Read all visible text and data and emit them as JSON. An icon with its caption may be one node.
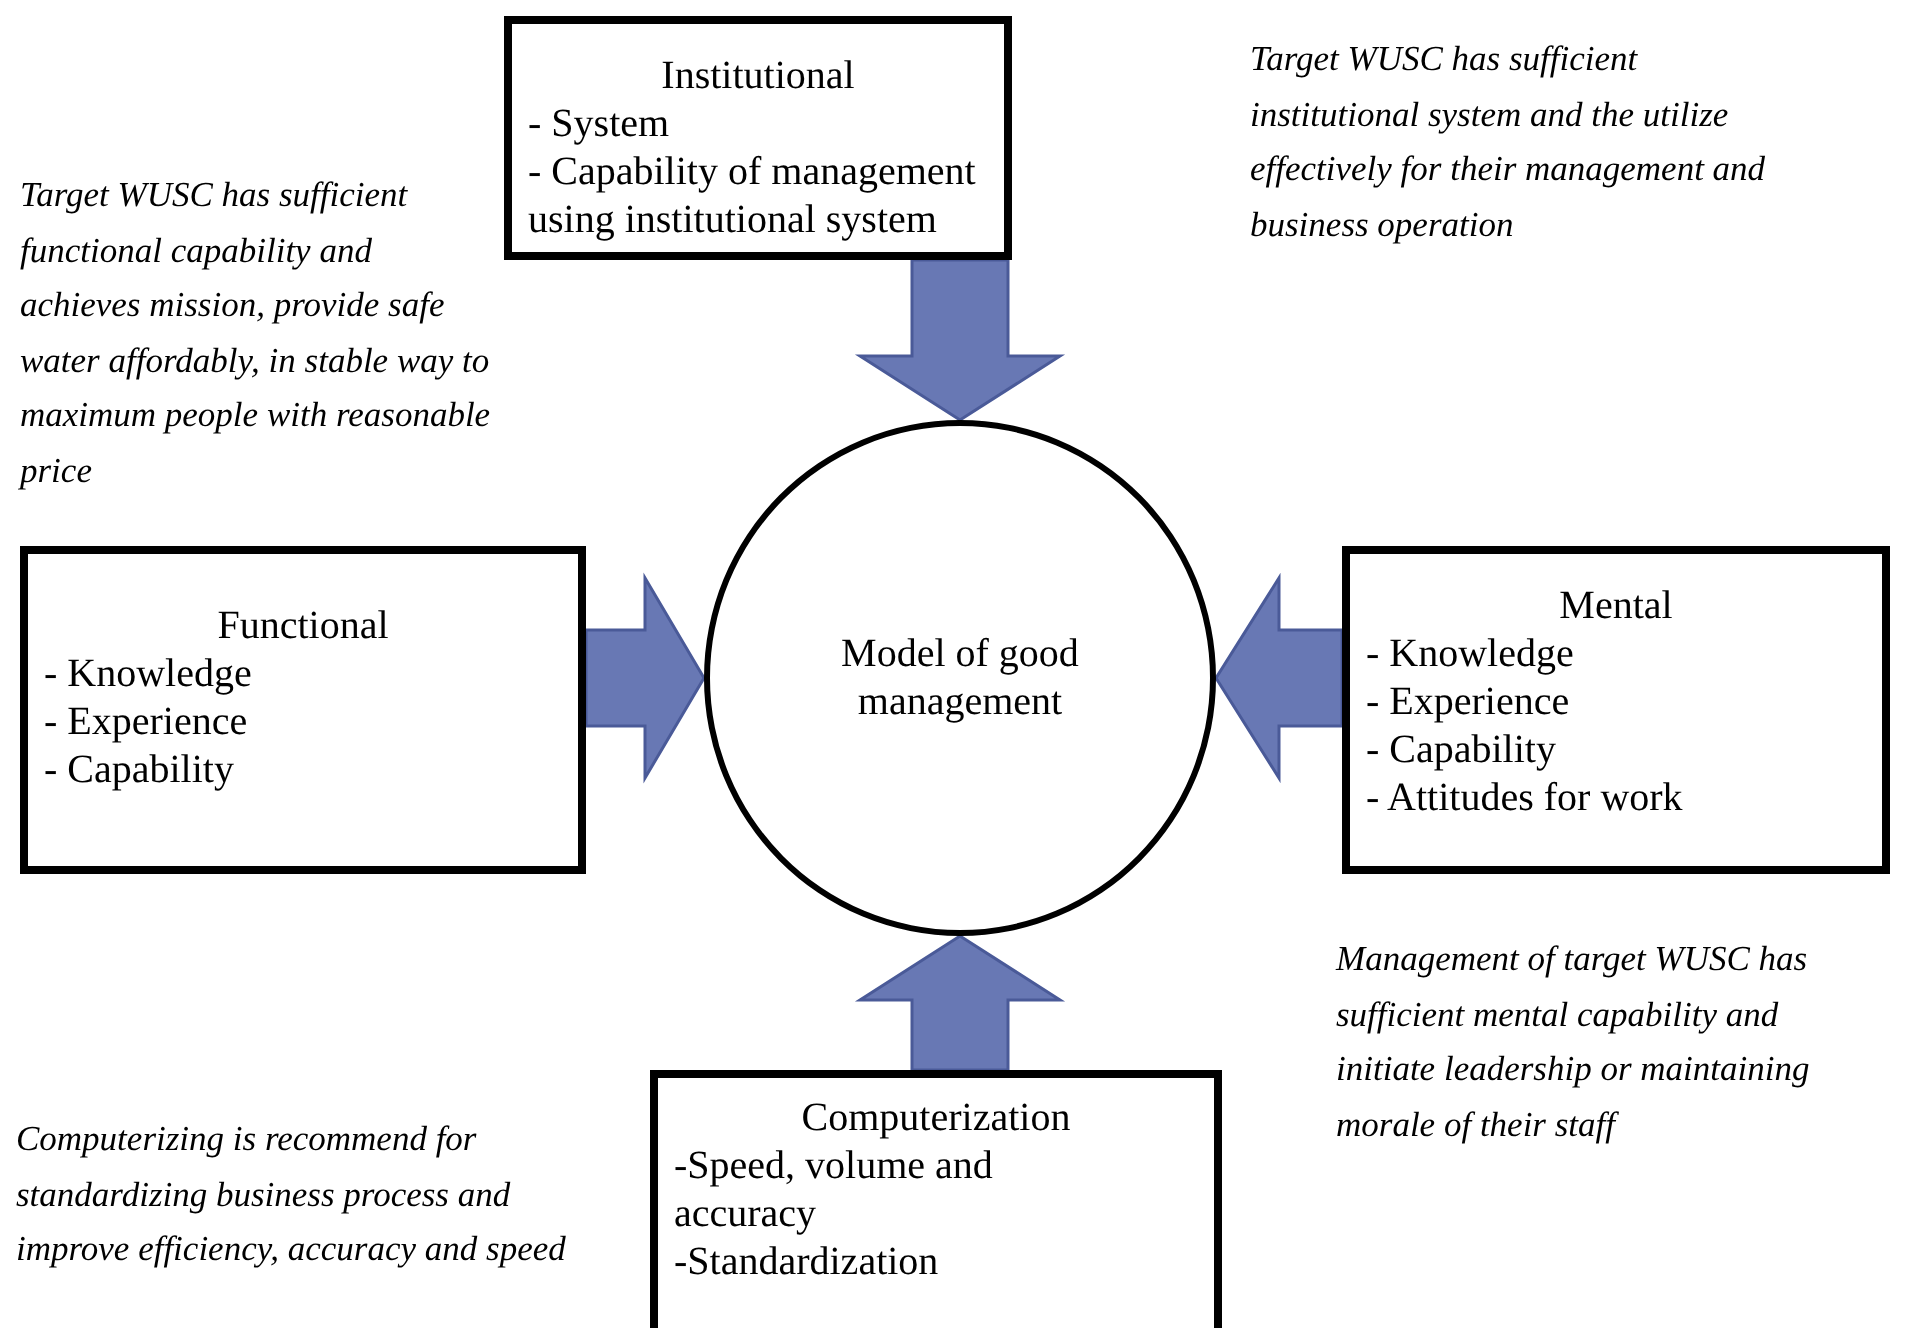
{
  "diagram": {
    "nodes": [
      {
        "text": [
          "Institutional",
          "- System",
          "- Capability of management using institutional system"
        ]
      },
      {
        "text": [
          "Functional",
          "- Knowledge",
          "- Experience",
          "- Capability"
        ]
      },
      {
        "text": [
          "Model of good management"
        ]
      },
      {
        "text": [
          "Mental",
          "- Knowledge",
          "- Experience",
          "- Capability",
          "- Attitudes for work"
        ]
      },
      {
        "text": [
          "Computerization",
          "-Speed, volume and accuracy",
          "-Standardization"
        ]
      }
    ],
    "edges": [
      {
        "from": 0,
        "to": 2,
        "arrow": "to"
      },
      {
        "from": 1,
        "to": 2,
        "arrow": "to"
      },
      {
        "from": 3,
        "to": 2,
        "arrow": "to"
      },
      {
        "from": 4,
        "to": 2,
        "arrow": "to"
      }
    ],
    "labels": [
      "Target WUSC has sufficient functional capability and achieves mission, provide safe water affordably, in stable way to maximum people with reasonable price",
      "Target WUSC has sufficient institutional system and the utilize effectively for their management and business operation",
      "Computerizing is recommend for standardizing business process and improve efficiency, accuracy and speed",
      "Management of target WUSC has sufficient mental capability and initiate leadership or maintaining morale of their staff"
    ]
  }
}
